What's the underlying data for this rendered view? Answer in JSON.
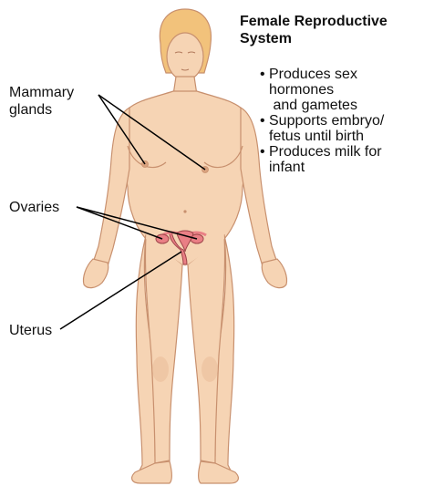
{
  "title_lines": [
    "Female Reproductive",
    "System"
  ],
  "labels": {
    "mammary": [
      "Mammary",
      "glands"
    ],
    "ovaries": "Ovaries",
    "uterus": "Uterus"
  },
  "facts": [
    [
      "Produces sex",
      "hormones",
      " and gametes"
    ],
    [
      "Supports embryo/",
      "fetus until birth"
    ],
    [
      "Produces milk for",
      "infant"
    ]
  ],
  "colors": {
    "skin": "#f6d4b4",
    "skin_shadow": "#e8b994",
    "outline": "#c8906e",
    "hair": "#f2c27b",
    "organ": "#e97f85",
    "leader_line": "#000000"
  }
}
